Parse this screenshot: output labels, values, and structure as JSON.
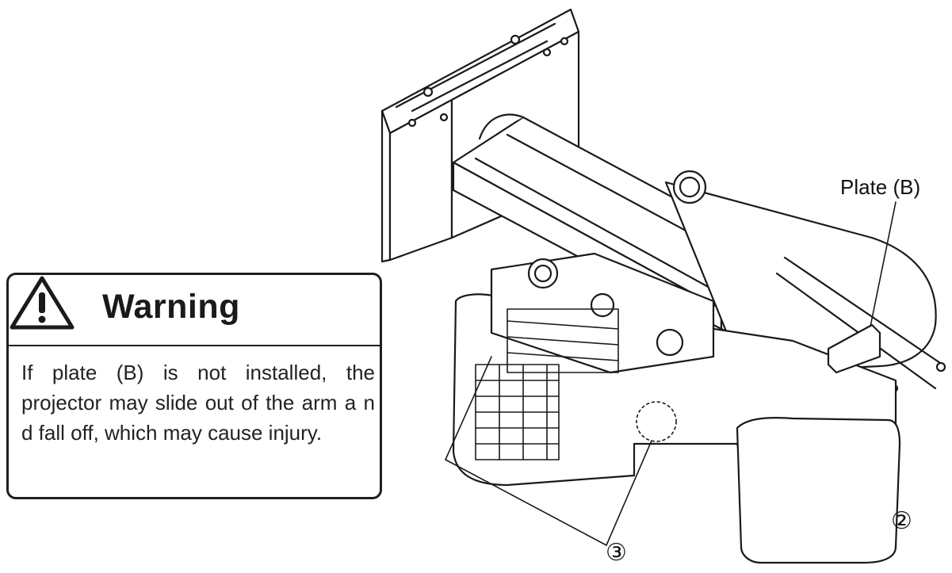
{
  "warning": {
    "title": "Warning",
    "message": "If plate (B) is not installed, the projector may slide out of the arm a n d fall off, which may cause injury."
  },
  "labels": {
    "plate_b": "Plate (B)",
    "callout_2": "②",
    "callout_3": "③"
  }
}
